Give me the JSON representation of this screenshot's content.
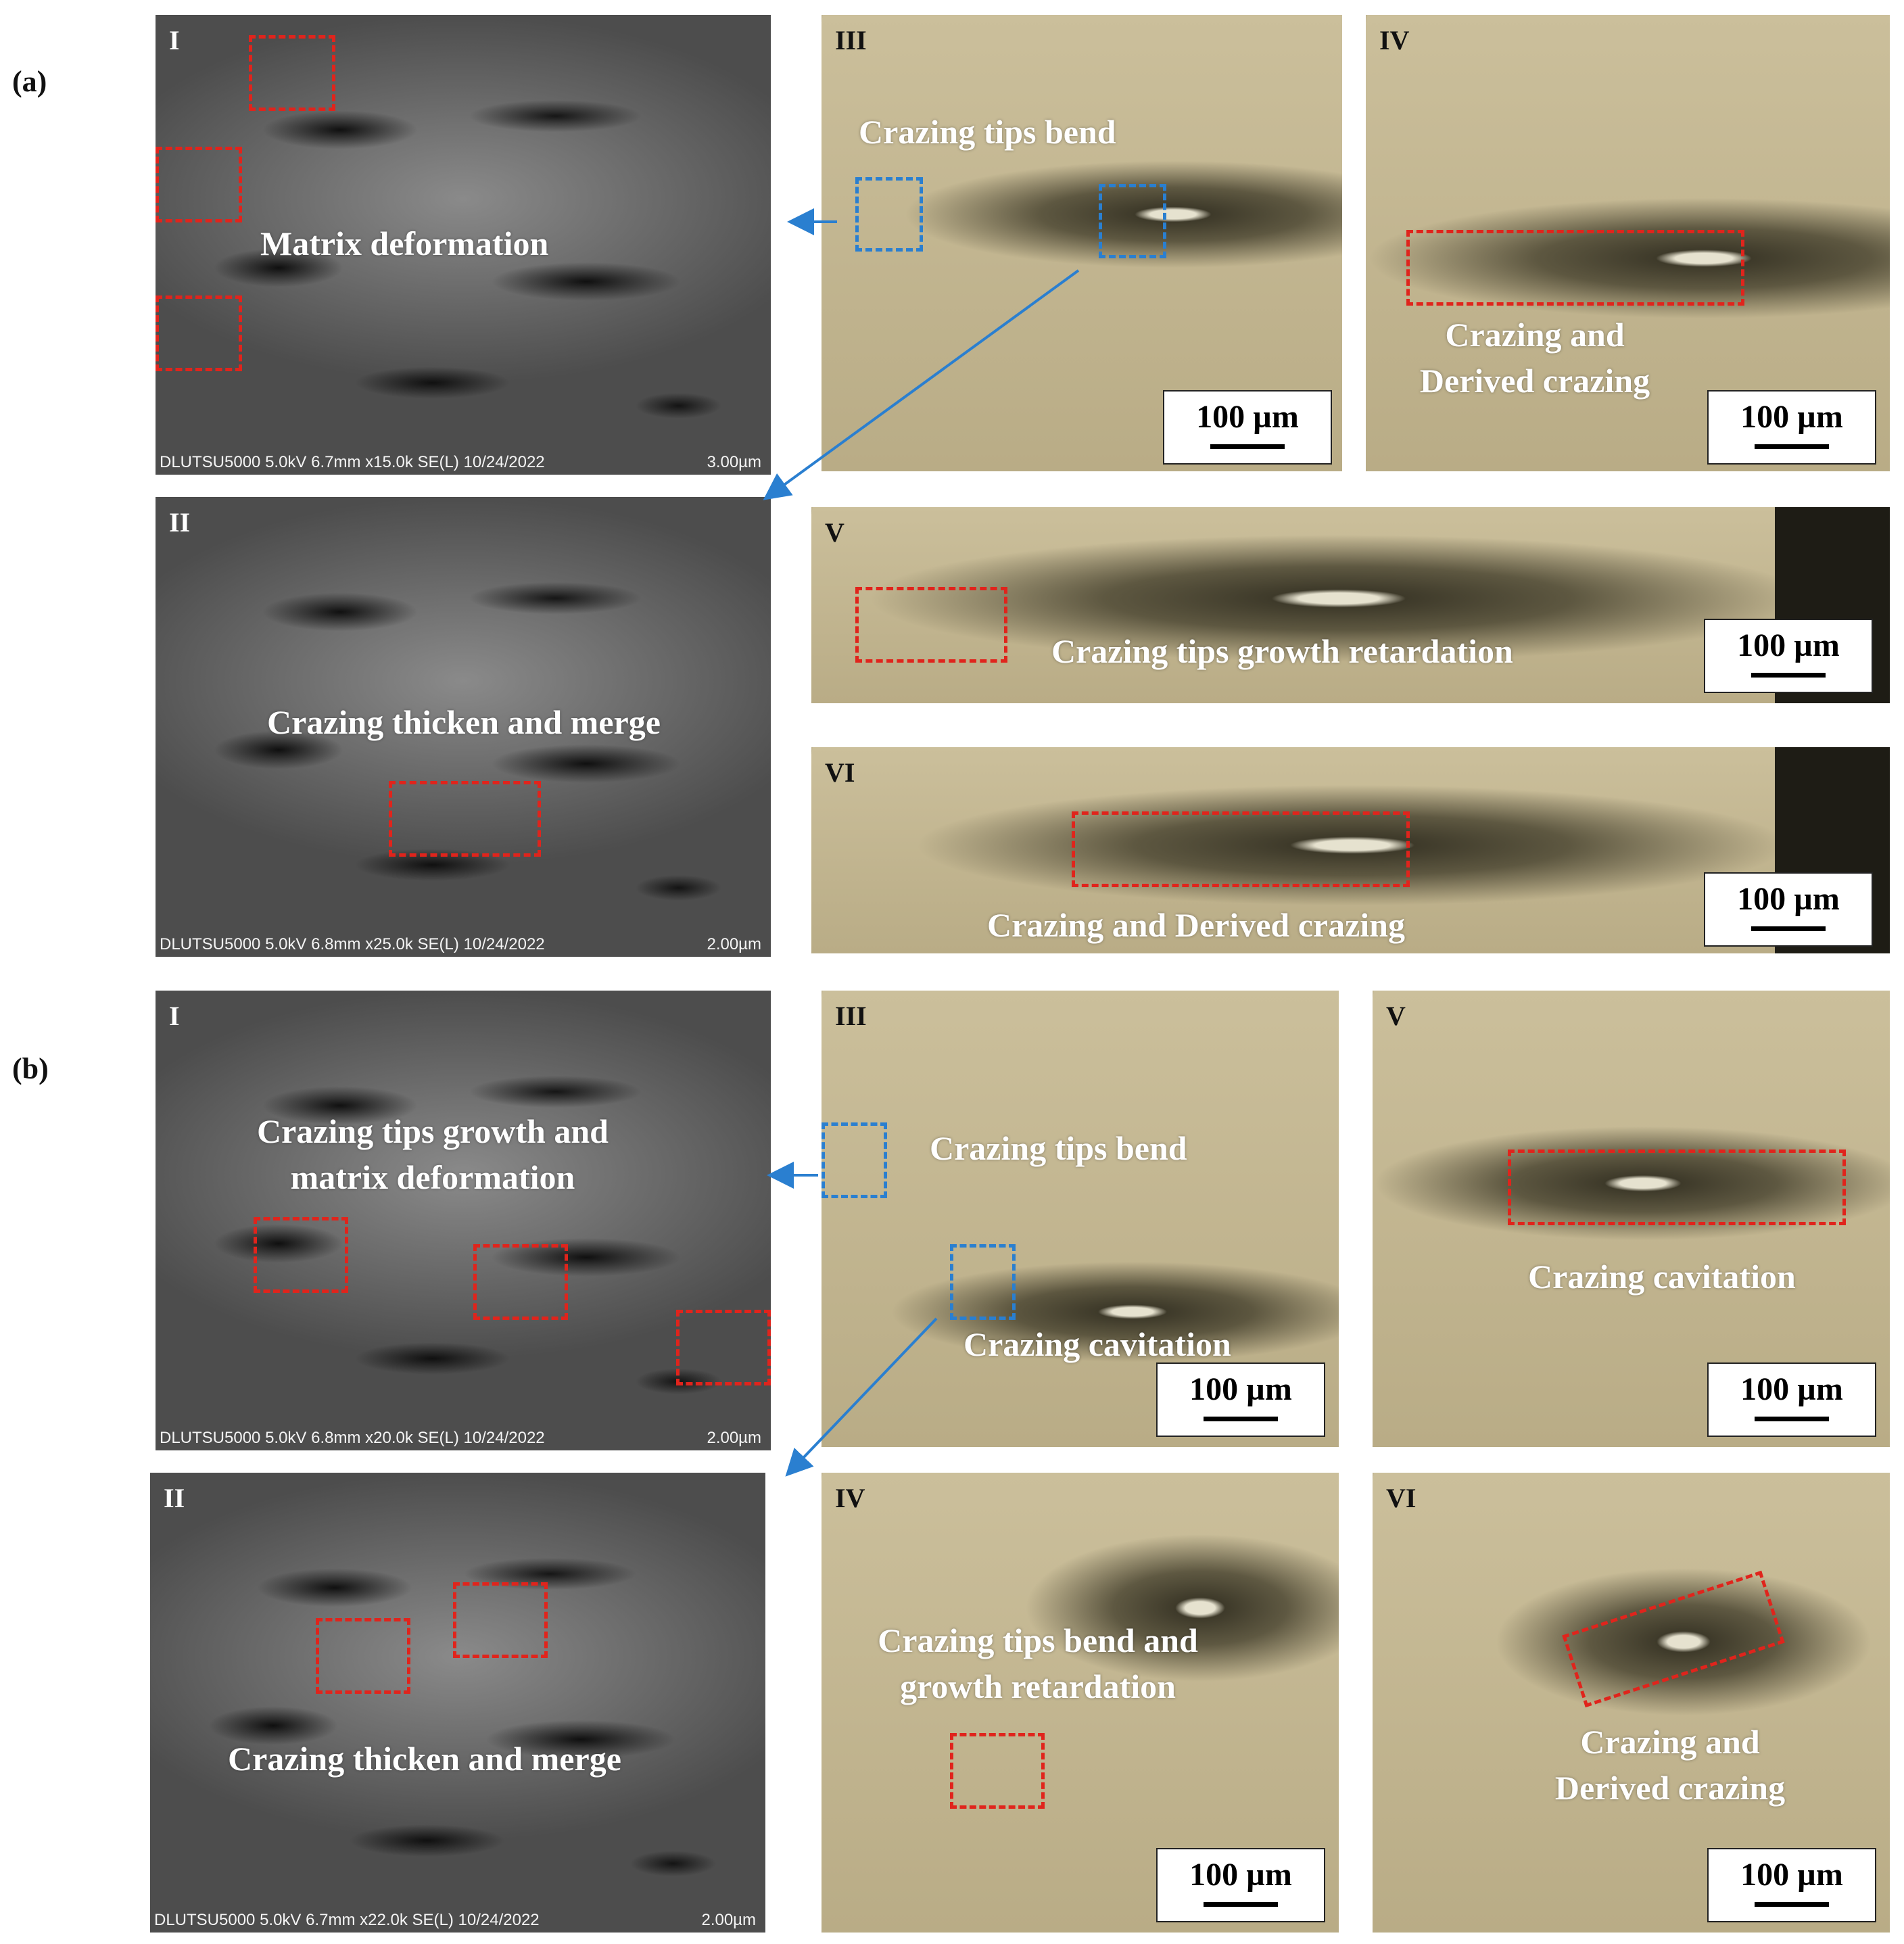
{
  "parts": {
    "a": "(a)",
    "b": "(b)"
  },
  "a": {
    "I": {
      "numeral": "I",
      "caption": "Matrix deformation",
      "footer_left": "DLUTSU5000 5.0kV 6.7mm x15.0k SE(L) 10/24/2022",
      "footer_right": "3.00µm"
    },
    "II": {
      "numeral": "II",
      "caption": "Crazing thicken and merge",
      "footer_left": "DLUTSU5000 5.0kV 6.8mm x25.0k SE(L) 10/24/2022",
      "footer_right": "2.00µm"
    },
    "III": {
      "numeral": "III",
      "caption": "Crazing tips bend",
      "scale": "100 µm"
    },
    "IV": {
      "numeral": "IV",
      "caption_line1": "Crazing and",
      "caption_line2": "Derived crazing",
      "scale": "100 µm"
    },
    "V": {
      "numeral": "V",
      "caption": "Crazing tips growth retardation",
      "scale": "100 µm"
    },
    "VI": {
      "numeral": "VI",
      "caption": "Crazing and Derived crazing",
      "scale": "100 µm"
    }
  },
  "b": {
    "I": {
      "numeral": "I",
      "caption_line1": "Crazing tips growth and",
      "caption_line2": "matrix deformation",
      "footer_left": "DLUTSU5000 5.0kV 6.8mm x20.0k SE(L) 10/24/2022",
      "footer_right": "2.00µm"
    },
    "II": {
      "numeral": "II",
      "caption": "Crazing thicken and merge",
      "footer_left": "DLUTSU5000 5.0kV 6.7mm x22.0k SE(L) 10/24/2022",
      "footer_right": "2.00µm"
    },
    "III": {
      "numeral": "III",
      "caption1": "Crazing tips bend",
      "caption2": "Crazing  cavitation",
      "scale": "100 µm"
    },
    "IV": {
      "numeral": "IV",
      "caption_line1": "Crazing tips bend and",
      "caption_line2": "growth retardation",
      "scale": "100 µm"
    },
    "V": {
      "numeral": "V",
      "caption": "Crazing cavitation",
      "scale": "100 µm"
    },
    "VI": {
      "numeral": "VI",
      "caption_line1": "Crazing and",
      "caption_line2": "Derived crazing",
      "scale": "100 µm"
    }
  },
  "colors": {
    "highlight_red": "#e0241c",
    "highlight_blue": "#2a7fd0",
    "arrow": "#2a7fd0"
  }
}
